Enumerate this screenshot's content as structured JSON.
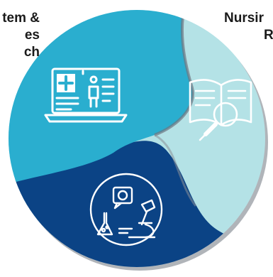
{
  "labels": {
    "left": [
      "tem &",
      "es",
      "ch"
    ],
    "right": [
      "Nursir",
      "R"
    ]
  },
  "segments": [
    {
      "name": "top-left",
      "color": "#2aaecf",
      "icon": "laptop-medical-record-icon"
    },
    {
      "name": "right",
      "color": "#b4e2e6",
      "icon": "book-magnifier-icon"
    },
    {
      "name": "bottom",
      "color": "#0b4385",
      "icon": "laboratory-microscope-icon"
    }
  ]
}
